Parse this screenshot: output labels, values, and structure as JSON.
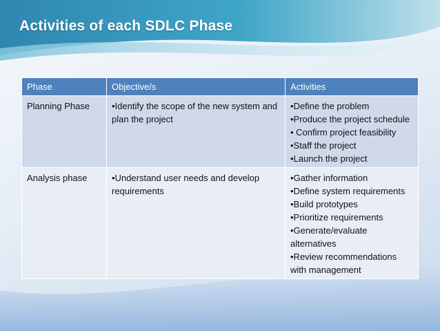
{
  "slide": {
    "title": "Activities of each SDLC Phase"
  },
  "table": {
    "headers": [
      "Phase",
      "Objective/s",
      "Activities"
    ],
    "rows": [
      {
        "phase": "Planning Phase",
        "objective": "•Identify the scope of the new system and plan the project",
        "activities": [
          "•Define the problem",
          "•Produce the project schedule",
          "• Confirm project feasibility",
          "•Staff the project",
          "•Launch the project"
        ]
      },
      {
        "phase": "Analysis phase",
        "objective": "•Understand user needs and develop requirements",
        "activities": [
          "•Gather information",
          "•Define system requirements",
          "•Build prototypes",
          "•Prioritize requirements",
          "•Generate/evaluate alternatives",
          "•Review recommendations with management"
        ]
      }
    ]
  },
  "colors": {
    "header_bg": "#4f81bd",
    "row_odd_bg": "#d0d9ea",
    "row_even_bg": "#e9eef6",
    "title_color": "#ffffff"
  }
}
